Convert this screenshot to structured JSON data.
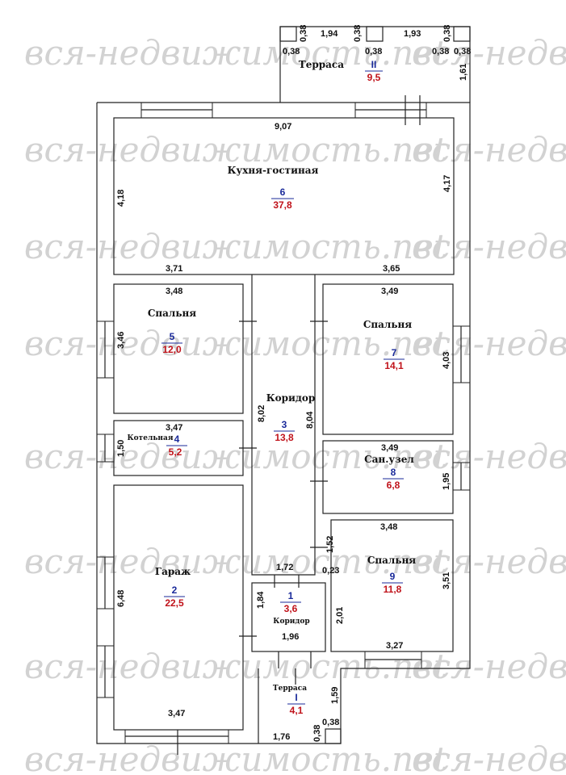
{
  "watermark": "вся-недвижимость.net",
  "colors": {
    "number": "#1a2a9a",
    "area": "#c0121a",
    "wall": "#222222",
    "watermark": "#d2d2d2"
  },
  "rooms": {
    "terrace2": {
      "name": "Терраса",
      "num": "II",
      "area": "9,5"
    },
    "kitchen": {
      "name": "Кухня-гостиная",
      "num": "6",
      "area": "37,8"
    },
    "bedroom5": {
      "name": "Спальня",
      "num": "5",
      "area": "12,0"
    },
    "bedroom7": {
      "name": "Спальня",
      "num": "7",
      "area": "14,1"
    },
    "corridor3": {
      "name": "Коридор",
      "num": "3",
      "area": "13,8"
    },
    "boiler": {
      "name": "Котельная",
      "num": "4",
      "area": "5,2"
    },
    "bath": {
      "name": "Сан.узел",
      "num": "8",
      "area": "6,8"
    },
    "garage": {
      "name": "Гараж",
      "num": "2",
      "area": "22,5"
    },
    "bedroom9": {
      "name": "Спальня",
      "num": "9",
      "area": "11,8"
    },
    "corridor1": {
      "name": "Коридор",
      "num": "1",
      "area": "3,6"
    },
    "terrace1": {
      "name": "Терраса",
      "num": "I",
      "area": "4,1"
    }
  },
  "dims": {
    "t2_c1": "0,38",
    "t2_c2": "0,38",
    "t2_w1": "1,94",
    "t2_c3": "0,38",
    "t2_c4": "0,38",
    "t2_w2": "1,93",
    "t2_c5": "0,38",
    "t2_c6": "0,38",
    "t2_c7": "0,38",
    "t2_h": "1,61",
    "k_w": "9,07",
    "k_h_left": "4,18",
    "k_h_right": "4,17",
    "k_b_left": "3,71",
    "k_b_right": "3,65",
    "b5_w": "3,48",
    "b5_h": "3,46",
    "b7_w": "3,49",
    "b7_h": "4,03",
    "boiler_w": "3,47",
    "boiler_h": "1,50",
    "cor_l": "8,02",
    "cor_r": "8,04",
    "bath_w": "3,49",
    "bath_h": "1,95",
    "b9_w": "3,48",
    "b9_h": "3,51",
    "b9_gap": "1,52",
    "b9_small": "0,23",
    "b9_h2": "2,01",
    "b9_b": "3,27",
    "c1_w": "1,72",
    "c1_h": "1,84",
    "c1_b": "1,96",
    "g_h": "6,48",
    "g_b": "3,47",
    "t1_h": "1,59",
    "t1_c1": "0,38",
    "t1_c2": "0,38",
    "t1_w": "1,76"
  }
}
